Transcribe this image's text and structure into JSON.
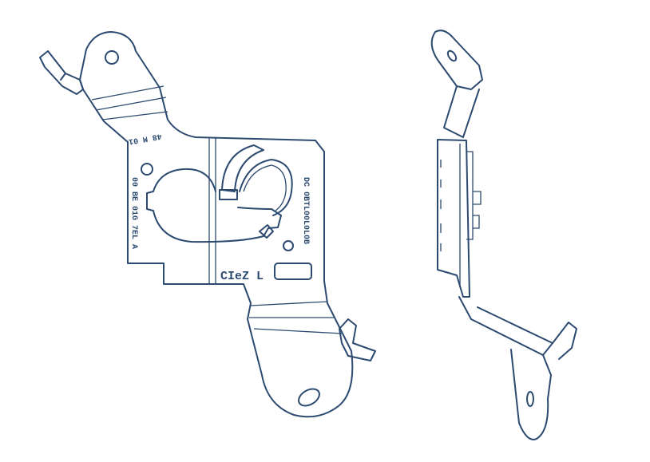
{
  "title": "Bracket drawing - front and side views",
  "colors": {
    "line": "#2c4a70",
    "background": "#ffffff"
  },
  "labels": {
    "part_code_top": "48 M 01",
    "part_code_left": "00 BE 01G 7EL A",
    "part_number": "DC 0BTL00L0L0B",
    "marking": "CIeZ L"
  }
}
